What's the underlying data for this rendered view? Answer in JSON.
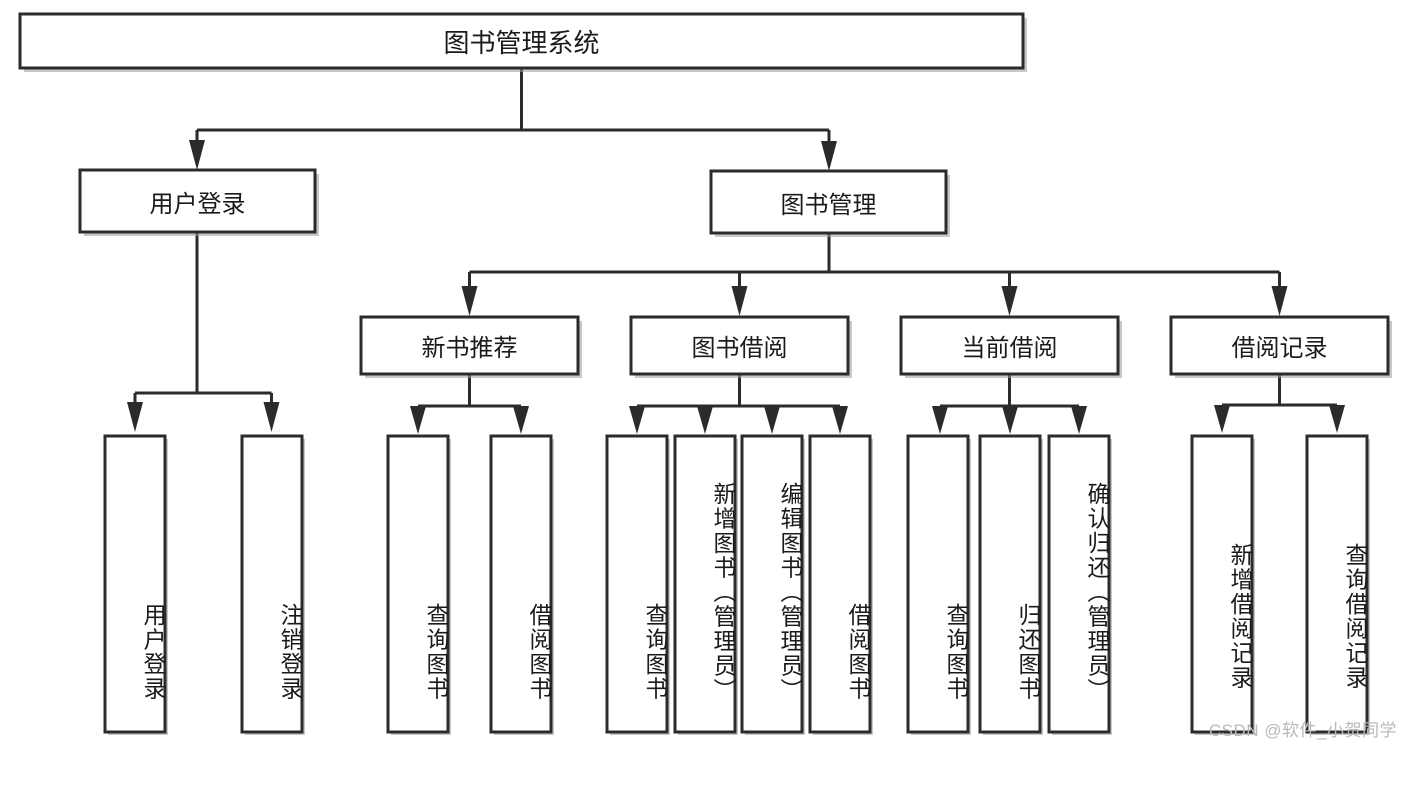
{
  "diagram": {
    "title": "图书管理系统",
    "type": "hierarchy-tree",
    "watermark": "CSDN @软件_小贺同学",
    "colors": {
      "box_fill": "#ffffff",
      "box_stroke": "#2b2b2b",
      "connector": "#2b2b2b",
      "text": "#1b1b1b",
      "watermark": "#b9b9b9"
    },
    "levels": {
      "level1": [
        {
          "id": "root",
          "label": "图书管理系统",
          "orientation": "horizontal"
        }
      ],
      "level2": [
        {
          "id": "user-login",
          "label": "用户登录",
          "orientation": "horizontal"
        },
        {
          "id": "book-management",
          "label": "图书管理",
          "orientation": "horizontal"
        }
      ],
      "level3": [
        {
          "id": "new-book-recommend",
          "label": "新书推荐",
          "orientation": "horizontal",
          "parent": "book-management"
        },
        {
          "id": "book-borrow",
          "label": "图书借阅",
          "orientation": "horizontal",
          "parent": "book-management"
        },
        {
          "id": "current-borrow",
          "label": "当前借阅",
          "orientation": "horizontal",
          "parent": "book-management"
        },
        {
          "id": "borrow-record",
          "label": "借阅记录",
          "orientation": "horizontal",
          "parent": "book-management"
        }
      ],
      "leaves": [
        {
          "id": "leaf-user-login",
          "label": "用户登录",
          "orientation": "vertical",
          "parent": "user-login"
        },
        {
          "id": "leaf-user-logout",
          "label": "注销登录",
          "orientation": "vertical",
          "parent": "user-login"
        },
        {
          "id": "leaf-query-book-1",
          "label": "查询图书",
          "orientation": "vertical",
          "parent": "new-book-recommend"
        },
        {
          "id": "leaf-borrow-book-1",
          "label": "借阅图书",
          "orientation": "vertical",
          "parent": "new-book-recommend"
        },
        {
          "id": "leaf-query-book-2",
          "label": "查询图书",
          "orientation": "vertical",
          "parent": "book-borrow"
        },
        {
          "id": "leaf-add-book",
          "label": "新增图书（管理员）",
          "orientation": "vertical",
          "parent": "book-borrow"
        },
        {
          "id": "leaf-edit-book",
          "label": "编辑图书（管理员）",
          "orientation": "vertical",
          "parent": "book-borrow"
        },
        {
          "id": "leaf-borrow-book-2",
          "label": "借阅图书",
          "orientation": "vertical",
          "parent": "book-borrow"
        },
        {
          "id": "leaf-query-book-3",
          "label": "查询图书",
          "orientation": "vertical",
          "parent": "current-borrow"
        },
        {
          "id": "leaf-return-book",
          "label": "归还图书",
          "orientation": "vertical",
          "parent": "current-borrow"
        },
        {
          "id": "leaf-confirm-return",
          "label": "确认归还（管理员）",
          "orientation": "vertical",
          "parent": "current-borrow"
        },
        {
          "id": "leaf-add-record",
          "label": "新增借阅记录",
          "orientation": "vertical",
          "parent": "borrow-record"
        },
        {
          "id": "leaf-query-record",
          "label": "查询借阅记录",
          "orientation": "vertical",
          "parent": "borrow-record"
        }
      ]
    }
  }
}
